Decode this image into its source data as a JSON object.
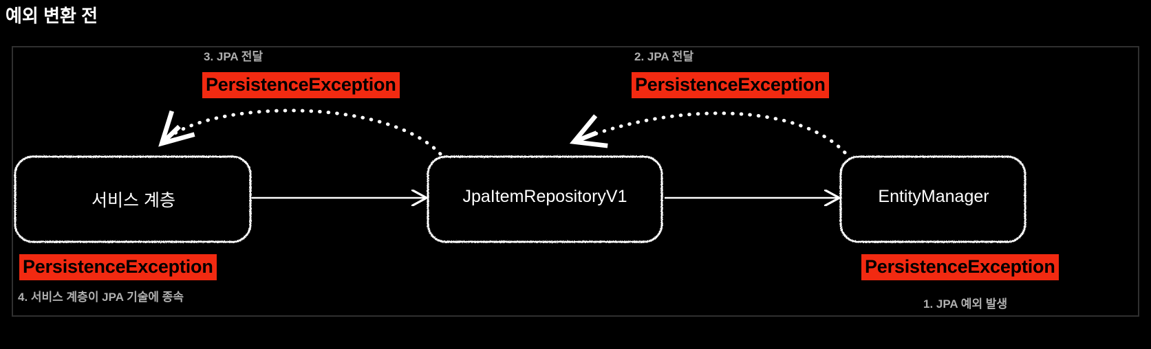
{
  "title": "예외 변환 전",
  "colors": {
    "background": "#000000",
    "frame_border": "#303030",
    "exception_highlight": "#f22a11",
    "node_stroke": "#ffffff",
    "caption_text": "#b0b0b0",
    "title_text": "#ffffff"
  },
  "diagram": {
    "type": "flow",
    "nodes": [
      {
        "id": "service",
        "label": "서비스 계층"
      },
      {
        "id": "repository",
        "label": "JpaItemRepositoryV1"
      },
      {
        "id": "entity_manager",
        "label": "EntityManager"
      }
    ],
    "edges": [
      {
        "id": "call-service-to-repo",
        "from": "service",
        "to": "repository",
        "style": "solid",
        "direction": "right"
      },
      {
        "id": "call-repo-to-em",
        "from": "repository",
        "to": "entity_manager",
        "style": "solid",
        "direction": "right"
      },
      {
        "id": "throw-em-to-repo",
        "from": "entity_manager",
        "to": "repository",
        "style": "dotted",
        "direction": "left"
      },
      {
        "id": "throw-repo-to-service",
        "from": "repository",
        "to": "service",
        "style": "dotted",
        "direction": "left"
      }
    ],
    "steps": [
      {
        "number": "1",
        "caption": "1. JPA 예외 발생",
        "exception": "PersistenceException"
      },
      {
        "number": "2",
        "caption": "2. JPA 전달",
        "exception": "PersistenceException"
      },
      {
        "number": "3",
        "caption": "3. JPA 전달",
        "exception": "PersistenceException"
      },
      {
        "number": "4",
        "caption": "4. 서비스 계층이 JPA 기술에 종속",
        "exception": "PersistenceException"
      }
    ]
  }
}
